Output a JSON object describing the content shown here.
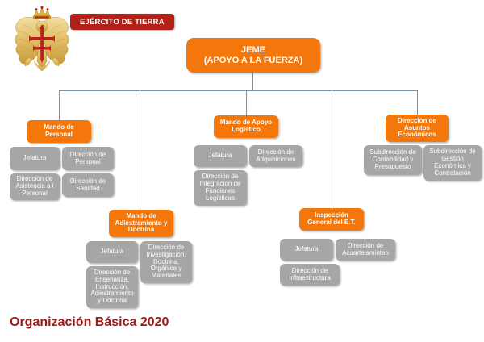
{
  "banner": {
    "text": "EJÉRCITO DE TIERRA",
    "color": "#B32017"
  },
  "emblem": {
    "name": "spanish-army-eagle-emblem",
    "description": "Águila con cruz de Borgoña y corona"
  },
  "footer": {
    "title": "Organización Básica 2020",
    "color": "#A01818"
  },
  "colors": {
    "orange": "#F4770B",
    "gray": "#A6A6A6",
    "line": "#7E93A0",
    "banner_red": "#B32017",
    "title_red": "#A01818"
  },
  "chart_data": {
    "type": "diagram",
    "title": "Organización Básica 2020",
    "root": {
      "label": "JEME\n(APOYO A LA FUERZA)",
      "line1": "JEME",
      "line2": "(APOYO A LA FUERZA)"
    },
    "branches": [
      {
        "id": "mando-personal",
        "label": "Mando de\nPersonal",
        "children": [
          "Jefatura",
          "Dirección de Personal",
          "Dirección de Asistencia a l Personal",
          "Dirección de Sanidad"
        ]
      },
      {
        "id": "mando-adiestramiento-doctrina",
        "label": "Mando de\nAdiestramiento y\nDoctrina",
        "children": [
          "Jefatura",
          "Dirección de Investigación, Doctrina, Orgánica y Materiales",
          "Dirección de Enseñanza, Instrucción, Adiestramiento y Doctrina"
        ]
      },
      {
        "id": "mando-apoyo-logistico",
        "label": "Mando de Apoyo\nLogístico",
        "children": [
          "Jefatura",
          "Dirección de Adquisiciones",
          "Dirección de Integración de Funciones Logísticas"
        ]
      },
      {
        "id": "inspeccion-general-et",
        "label": "Inspección\nGeneral del E.T.",
        "children": [
          "Jefatura",
          "Dirección de Acuartelaminteo",
          "Dirección de Infraestructura"
        ]
      },
      {
        "id": "direccion-asuntos-economicos",
        "label": "Dirección de\nAsuntos\nEconómicos",
        "children": [
          "Subdirección de Contabilidad y Presupuesto",
          "Subdirección de Gestión Económica y Contratación"
        ]
      }
    ]
  },
  "nodes": {
    "root": {
      "l1": "JEME",
      "l2": "(APOYO A LA FUERZA)"
    },
    "mp": {
      "l1": "Mando de",
      "l2": "Personal"
    },
    "mp_c1": "Jefatura",
    "mp_c2_l1": "Dirección de",
    "mp_c2_l2": "Personal",
    "mp_c3_l1": "Dirección de",
    "mp_c3_l2": "Asistencia a l",
    "mp_c3_l3": "Personal",
    "mp_c4_l1": "Dirección de",
    "mp_c4_l2": "Sanidad",
    "mad": {
      "l1": "Mando de",
      "l2": "Adiestramiento y",
      "l3": "Doctrina"
    },
    "mad_c1": "Jefatura",
    "mad_c2_l1": "Dirección de",
    "mad_c2_l2": "Investigación,",
    "mad_c2_l3": "Doctrina,",
    "mad_c2_l4": "Orgánica y",
    "mad_c2_l5": "Materiales",
    "mad_c3_l1": "Dirección de",
    "mad_c3_l2": "Enseñanza,",
    "mad_c3_l3": "Instrucción,",
    "mad_c3_l4": "Adiestramiento",
    "mad_c3_l5": "y Doctrina",
    "mal": {
      "l1": "Mando de Apoyo",
      "l2": "Logístico"
    },
    "mal_c1": "Jefatura",
    "mal_c2_l1": "Dirección de",
    "mal_c2_l2": "Adquisiciones",
    "mal_c3_l1": "Dirección de",
    "mal_c3_l2": "Integración de",
    "mal_c3_l3": "Funciones",
    "mal_c3_l4": "Logísticas",
    "ige": {
      "l1": "Inspección",
      "l2": "General del E.T."
    },
    "ige_c1": "Jefatura",
    "ige_c2_l1": "Dirección de",
    "ige_c2_l2": "Acuartelaminteo",
    "ige_c3_l1": "Dirección de",
    "ige_c3_l2": "Infraestructura",
    "dae": {
      "l1": "Dirección de",
      "l2": "Asuntos",
      "l3": "Económicos"
    },
    "dae_c1_l1": "Subdirección de",
    "dae_c1_l2": "Contabilidad y",
    "dae_c1_l3": "Presupuesto",
    "dae_c2_l1": "Subdirección de",
    "dae_c2_l2": "Gestión",
    "dae_c2_l3": "Económica y",
    "dae_c2_l4": "Contratación"
  }
}
